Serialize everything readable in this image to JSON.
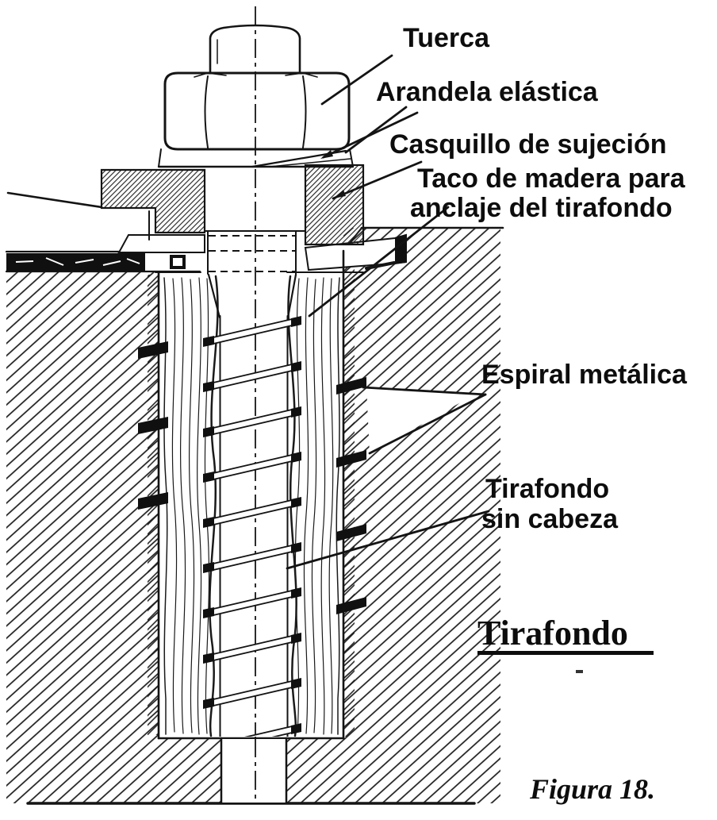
{
  "figure": {
    "kind": "technical-diagram",
    "labels": {
      "tuerca": "Tuerca",
      "arandela": "Arandela elástica",
      "casquillo": "Casquillo de sujeción",
      "taco_line1": "Taco de madera para",
      "taco_line2": "anclaje del tirafondo",
      "espiral": "Espiral metálica",
      "sin_cabeza_line1": "Tirafondo",
      "sin_cabeza_line2": "sin cabeza",
      "title": "Tirafondo",
      "caption": "Figura 18."
    },
    "colors": {
      "ink": "#141414",
      "paper": "#ffffff"
    }
  }
}
